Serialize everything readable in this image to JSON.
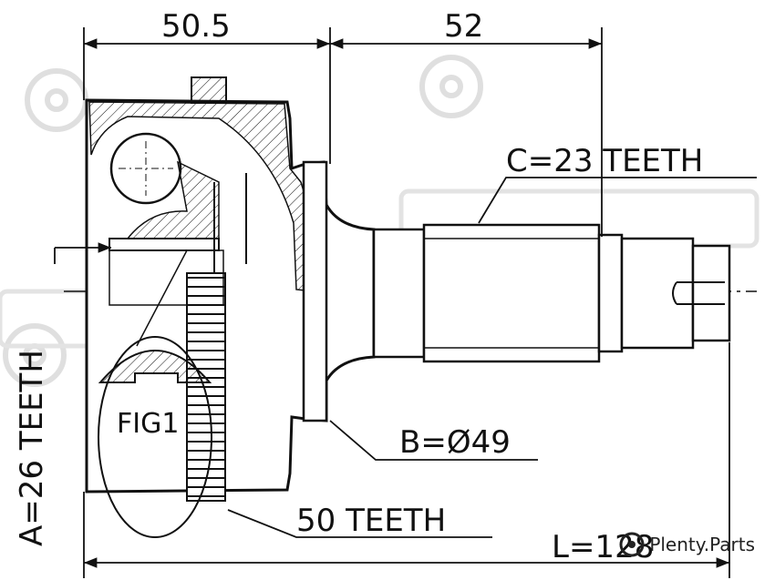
{
  "dimensions": {
    "flange_length": "50.5",
    "stem_length": "52",
    "total_length": "L=128"
  },
  "labels": {
    "outer_spline": "C=23 TEETH",
    "inner_spline": "A=26 TEETH",
    "seal_diameter": "B=Ø49",
    "abs_ring": "50 TEETH",
    "fig": "FIG1"
  },
  "brand": {
    "name": "Plenty.Parts"
  },
  "colors": {
    "line": "#111111",
    "watermark": "#d9d9d9"
  }
}
